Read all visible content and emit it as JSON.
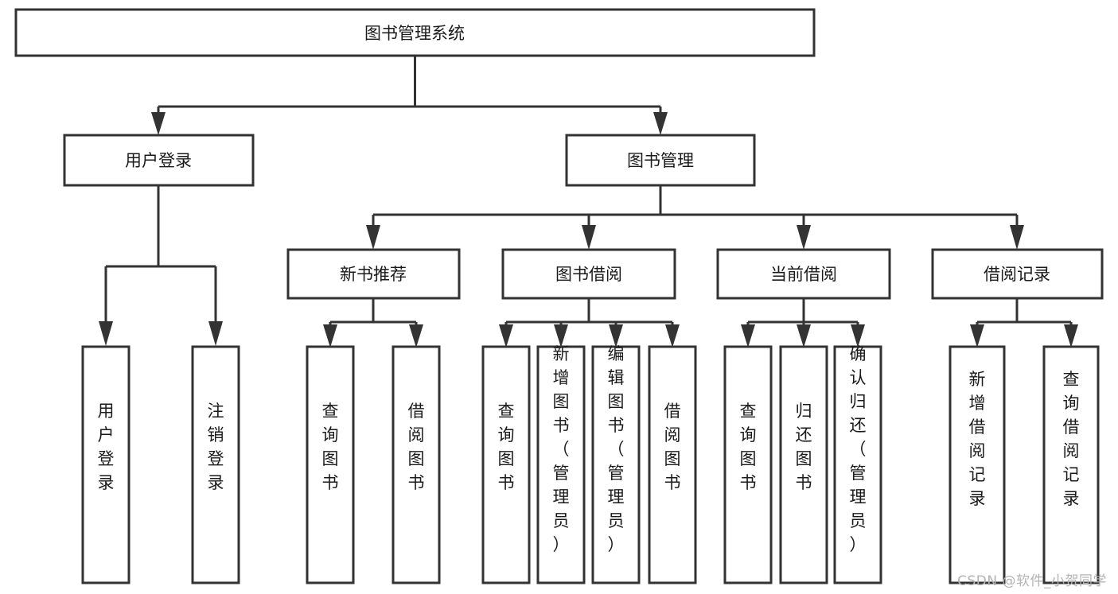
{
  "diagram": {
    "title": "图书管理系统",
    "type": "tree",
    "watermark": "CSDN @软件_小贺同学",
    "colors": {
      "stroke": "#333333",
      "fill": "#ffffff",
      "text": "#1a1a1a",
      "watermark": "#b3b3b3"
    },
    "levels": {
      "root": {
        "label": "图书管理系统"
      },
      "level2": [
        {
          "label": "用户登录"
        },
        {
          "label": "图书管理"
        }
      ],
      "level3": [
        {
          "label": "新书推荐"
        },
        {
          "label": "图书借阅"
        },
        {
          "label": "当前借阅"
        },
        {
          "label": "借阅记录"
        }
      ],
      "leaves": {
        "user_login": [
          {
            "label": "用户登录"
          },
          {
            "label": "注销登录"
          }
        ],
        "new_book_recommend": [
          {
            "label": "查询图书"
          },
          {
            "label": "借阅图书"
          }
        ],
        "book_borrow": [
          {
            "label": "查询图书"
          },
          {
            "label": "新增图书（管理员）"
          },
          {
            "label": "编辑图书（管理员）"
          },
          {
            "label": "借阅图书"
          }
        ],
        "current_borrow": [
          {
            "label": "查询图书"
          },
          {
            "label": "归还图书"
          },
          {
            "label": "确认归还（管理员）"
          }
        ],
        "borrow_record": [
          {
            "label": "新增借阅记录"
          },
          {
            "label": "查询借阅记录"
          }
        ]
      }
    }
  }
}
